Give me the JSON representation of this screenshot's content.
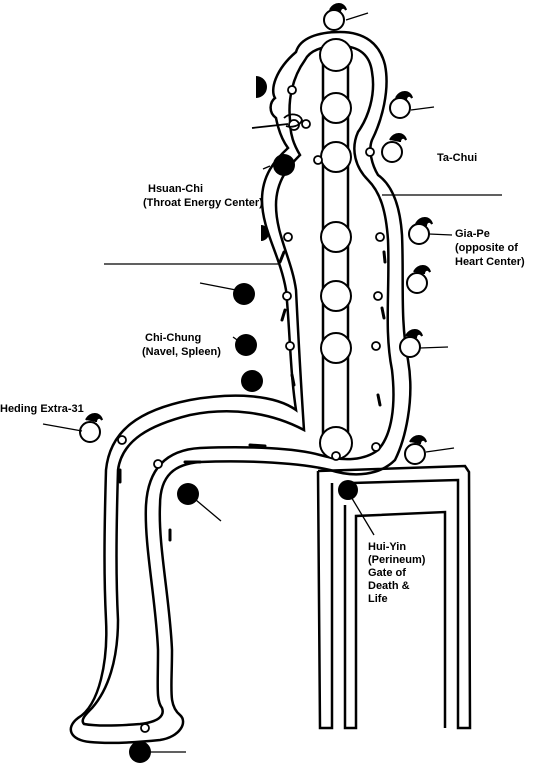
{
  "labels": {
    "ta_chui": "Ta-Chui",
    "hsuan_chi": [
      "Hsuan-Chi",
      "(Throat Energy Center)"
    ],
    "gia_pe": [
      "Gia-Pe",
      "(opposite of",
      "Heart Center)"
    ],
    "chi_chung": [
      "Chi-Chung",
      "(Navel, Spleen)"
    ],
    "heding": "Heding Extra-31",
    "hui_yin": [
      "Hui-Yin",
      "(Perineum)",
      "Gate of",
      "Death &",
      "Life"
    ]
  },
  "colors": {
    "ink": "#000000",
    "paper": "#ffffff"
  },
  "icons": {
    "energy_point_solid": "filled-black-circle",
    "energy_point_flame": "open-circle-with-flame"
  }
}
